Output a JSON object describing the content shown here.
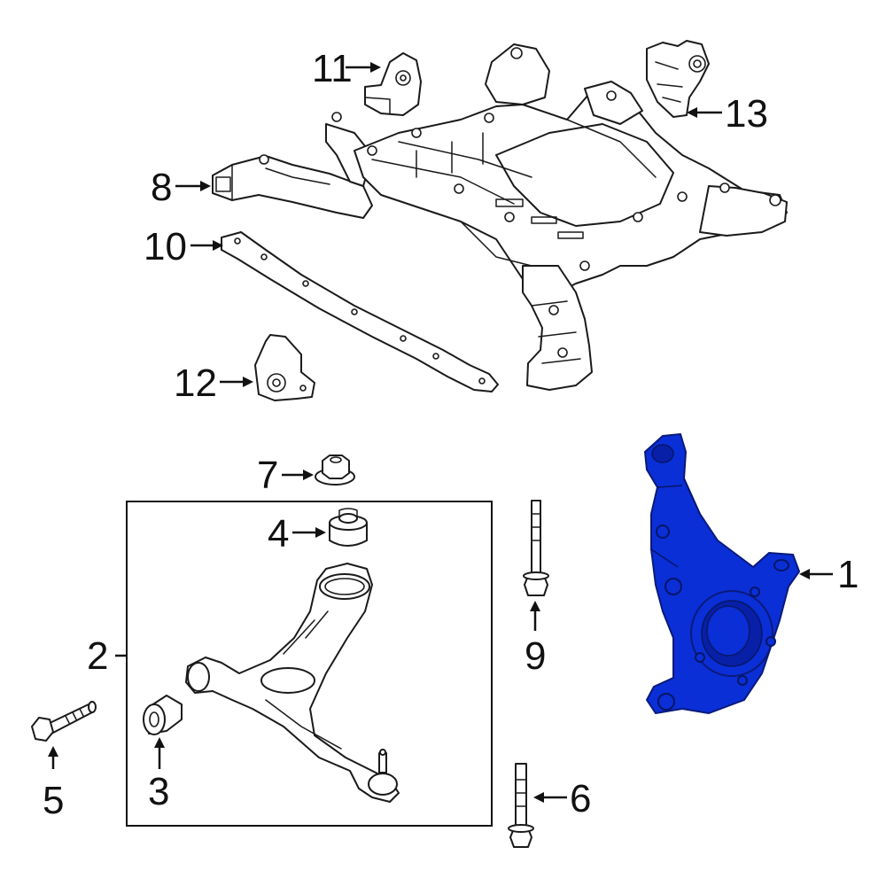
{
  "highlight_color": "#0a2fd6",
  "callouts": {
    "c1": "1",
    "c2": "2",
    "c3": "3",
    "c4": "4",
    "c5": "5",
    "c6": "6",
    "c7": "7",
    "c8": "8",
    "c9": "9",
    "c10": "10",
    "c11": "11",
    "c12": "12",
    "c13": "13"
  }
}
